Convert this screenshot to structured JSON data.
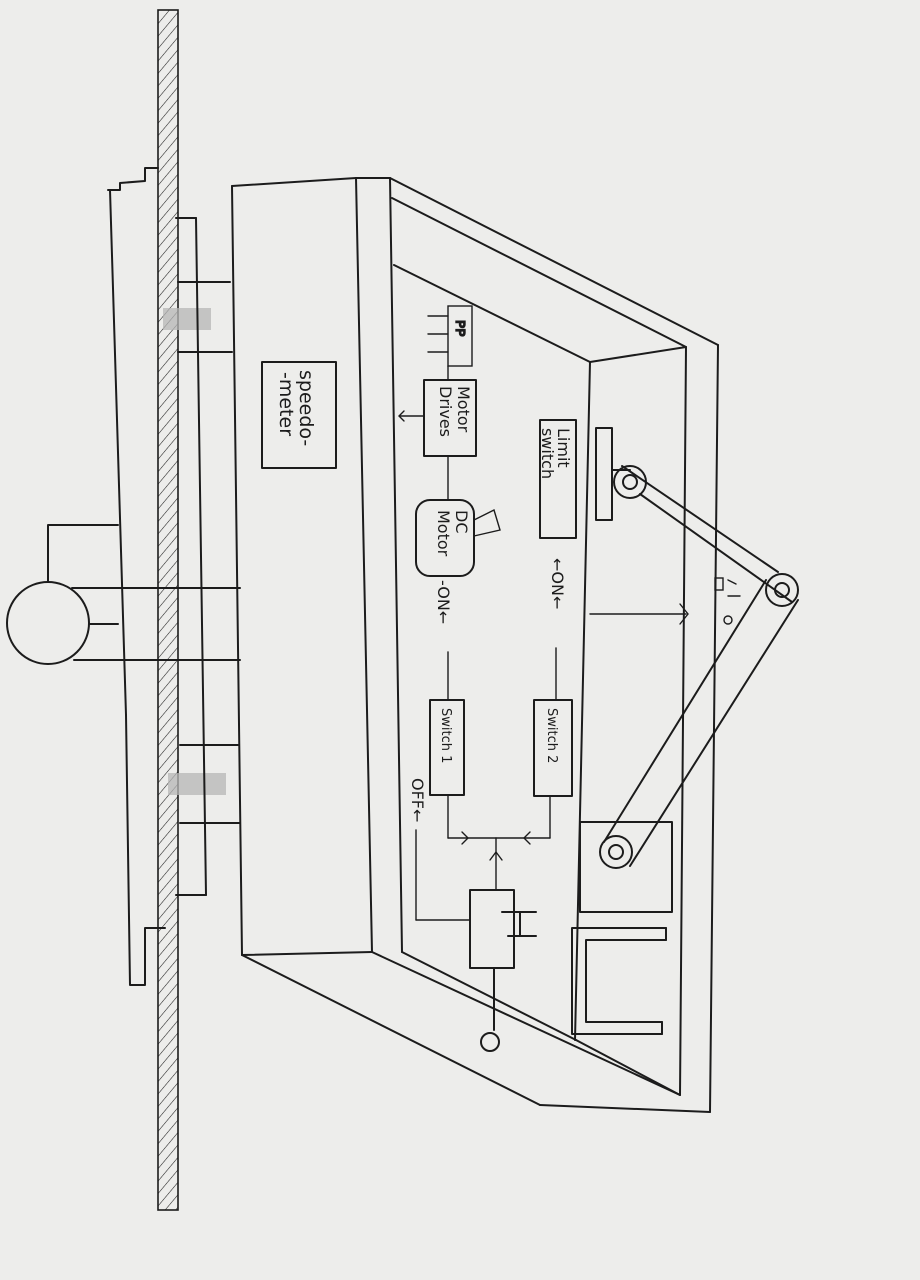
{
  "labels": {
    "speedometer_line1": "speedo-",
    "speedometer_line2": "-meter",
    "motor_driver_line1": "Motor",
    "motor_driver_line2": "Drives",
    "dc_motor_line1": "DC",
    "dc_motor_line2": "Motor",
    "limit_switch_line1": "Limit",
    "limit_switch_line2": "switch",
    "switch1": "Switch 1",
    "switch2": "Switch 2",
    "on_motor": "-ON←",
    "on_limit": "←ON←",
    "off": "OFF←"
  },
  "colors": {
    "paper": "#ededeb",
    "ink": "#1c1c1c",
    "tape": "#b5b5b5"
  }
}
